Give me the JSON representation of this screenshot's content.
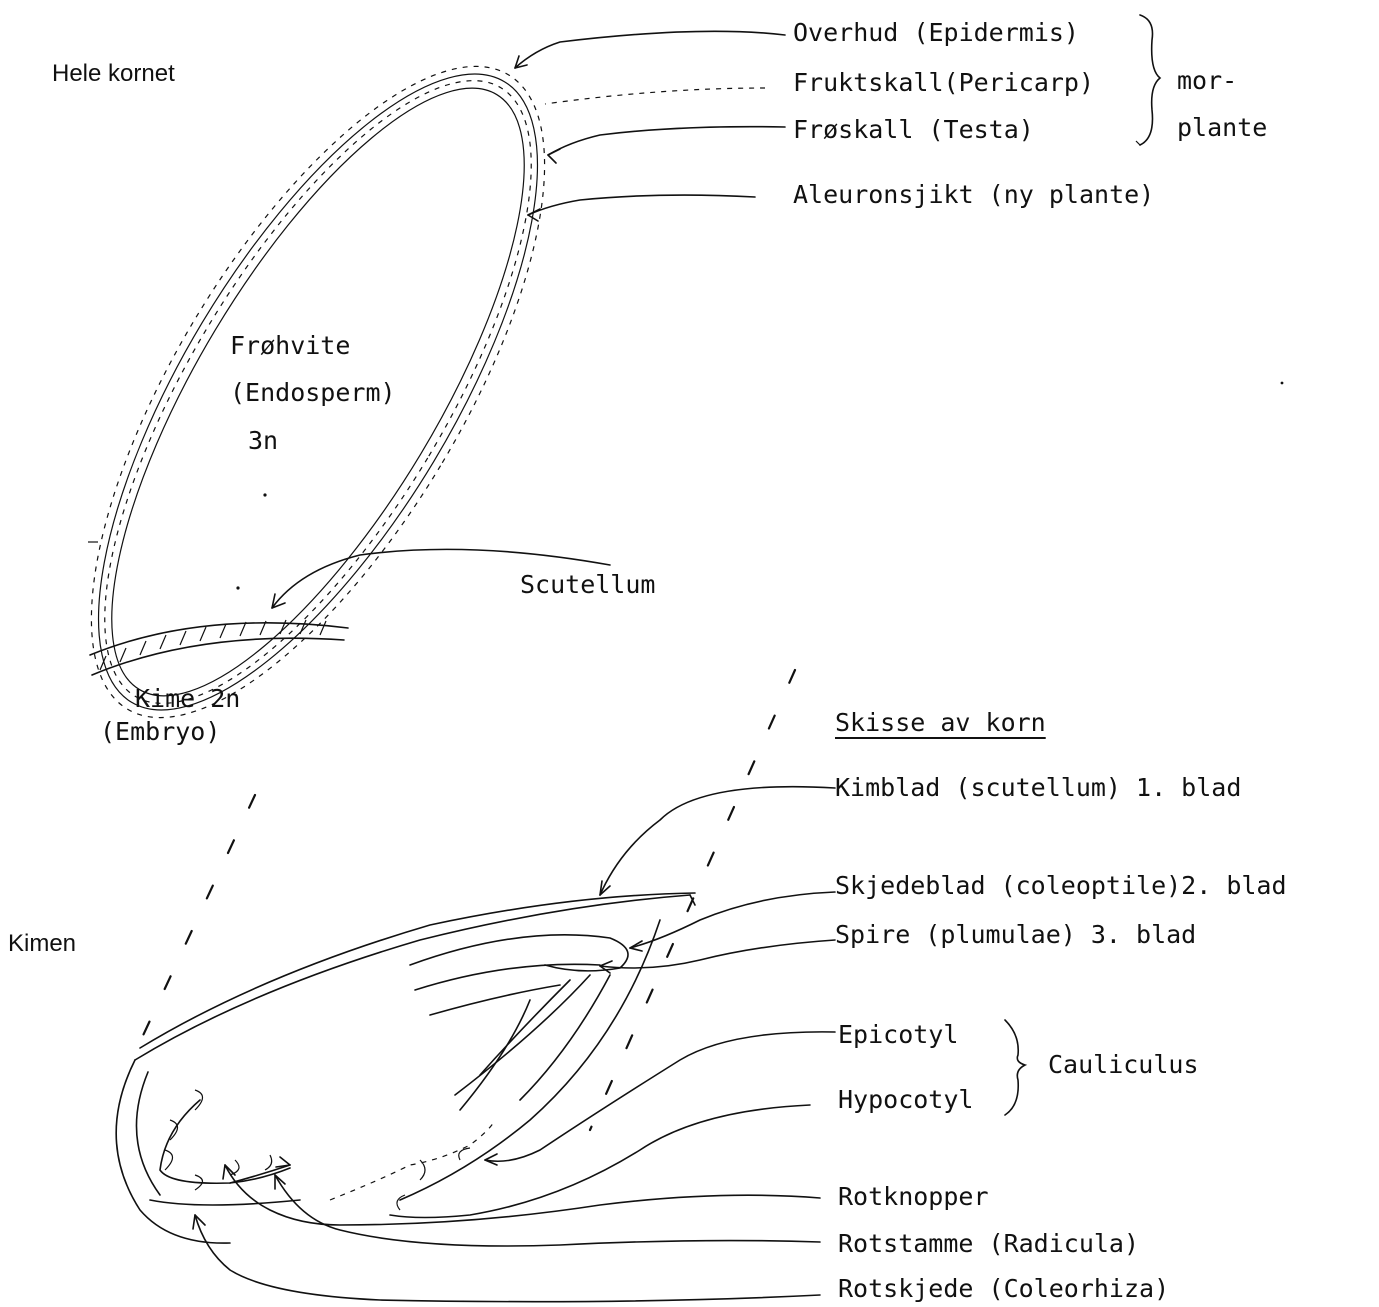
{
  "sections": {
    "whole_grain": "Hele kornet",
    "embryo": "Kimen"
  },
  "grain_labels": {
    "epidermis": "Overhud (Epidermis)",
    "pericarp": "Fruktskall(Pericarp)",
    "testa": "Frøskall (Testa)",
    "aleurone": "Aleuronsjikt (ny plante)",
    "mother_plant_line1": "mor-",
    "mother_plant_line2": "plante",
    "endosperm_line1": "Frøhvite",
    "endosperm_line2": "(Endosperm)",
    "endosperm_ploidy": "3n",
    "scutellum": "Scutellum",
    "embryo_line1": "Kime 2n",
    "embryo_line2": "(Embryo)"
  },
  "embryo_labels": {
    "heading": "Skisse av korn",
    "cotyledon": "Kimblad (scutellum) 1. blad",
    "coleoptile": "Skjedeblad (coleoptile)2. blad",
    "plumule": "Spire (plumulae) 3. blad",
    "epicotyl": "Epicotyl",
    "hypocotyl": "Hypocotyl",
    "cauliculus": "Cauliculus",
    "root_buds": "Rotknopper",
    "radicle": "Rotstamme (Radicula)",
    "coleorhiza": "Rotskjede (Coleorhiza)"
  }
}
